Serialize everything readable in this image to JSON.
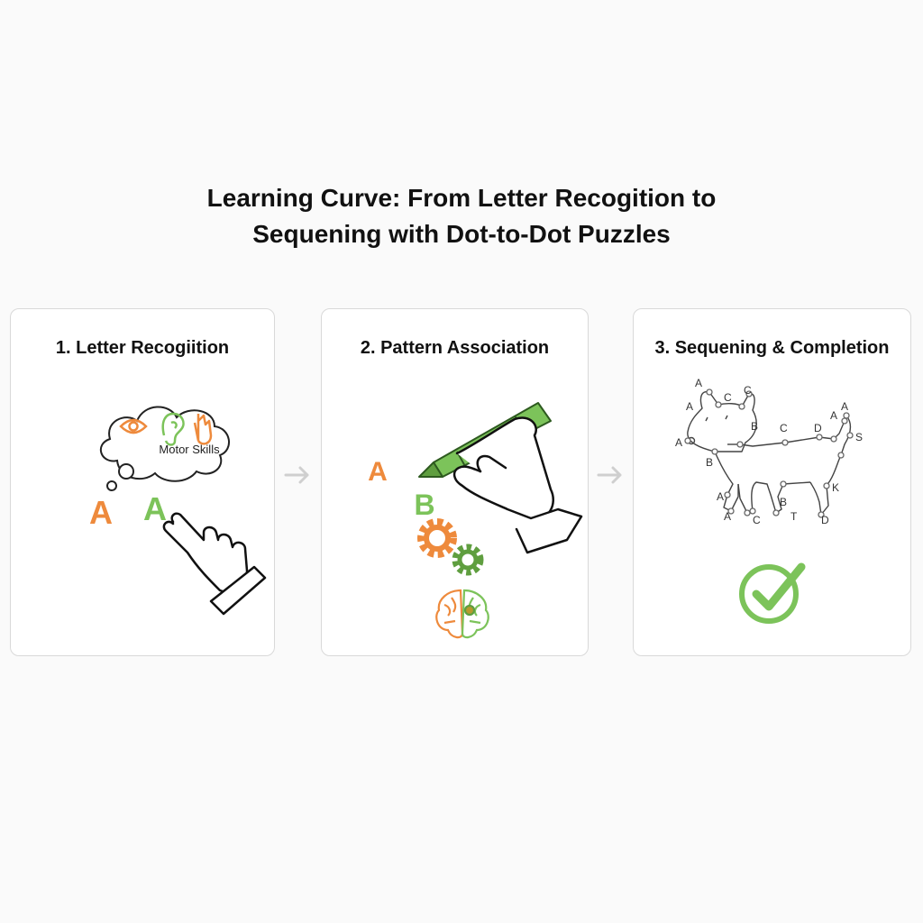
{
  "title_line1": "Learning Curve: From Letter Recogition to",
  "title_line2": "Sequening with Dot-to-Dot Puzzles",
  "colors": {
    "orange": "#ee8a3c",
    "green": "#7cc35a",
    "dark_green": "#5f9e3f",
    "border": "#d9d9d9",
    "arrow": "#cfcfcf"
  },
  "panels": [
    {
      "title": "1. Letter Recogiition",
      "thought_label": "Motor Skills",
      "letters": [
        "A",
        "A"
      ],
      "icons": [
        "eye-icon",
        "ear-icon",
        "hand-icon",
        "pointing-hand-icon"
      ]
    },
    {
      "title": "2. Pattern Association",
      "letters": [
        "A",
        "B"
      ],
      "icons": [
        "crayon-icon",
        "hand-holding-crayon-icon",
        "gears-icon",
        "brain-icon"
      ]
    },
    {
      "title": "3. Sequening & Completion",
      "dot_labels": [
        "A",
        "A",
        "C",
        "C",
        "B",
        "C",
        "D",
        "A",
        "A",
        "S",
        "A",
        "B",
        "K",
        "A",
        "A",
        "C",
        "B",
        "T",
        "D"
      ],
      "icons": [
        "dog-dot-to-dot-icon",
        "checkmark-icon"
      ]
    }
  ]
}
